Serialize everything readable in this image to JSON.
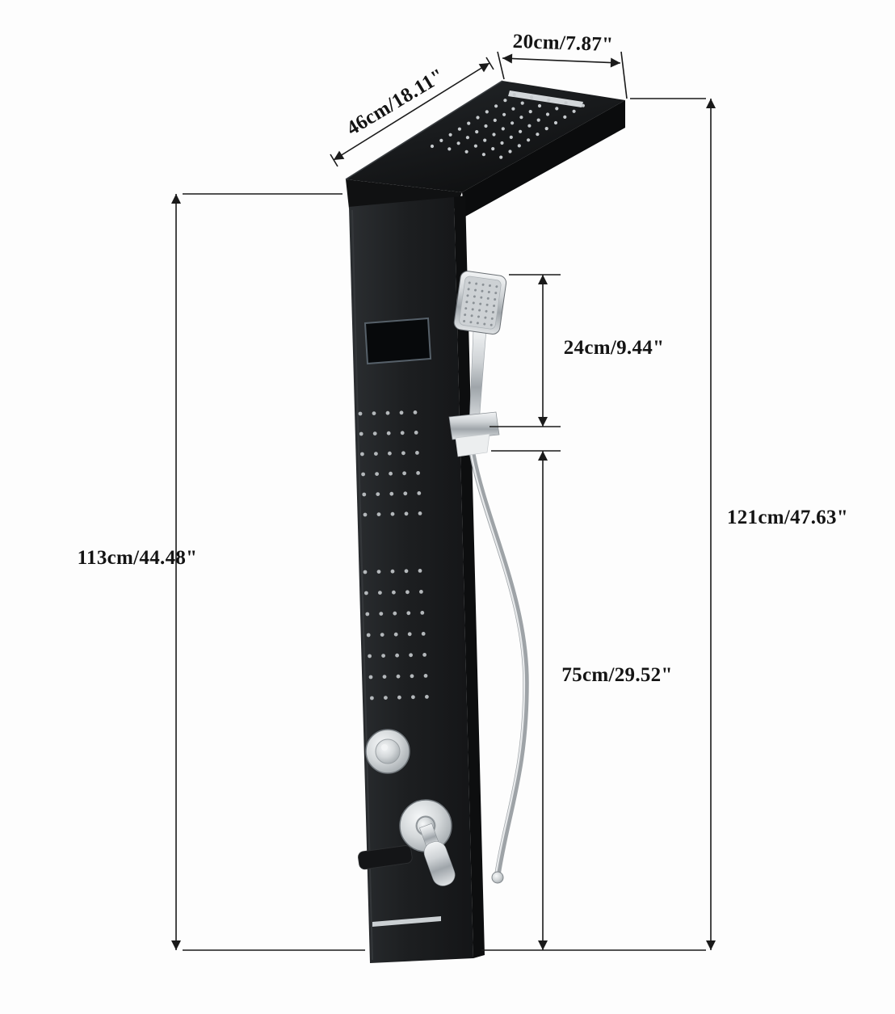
{
  "diagram": {
    "labels": {
      "top_width": "20cm/7.87\"",
      "top_depth": "46cm/18.11\"",
      "panel_height": "113cm/44.48\"",
      "total_height": "121cm/47.63\"",
      "handheld_height": "24cm/9.44\"",
      "lower_section_height": "75cm/29.52\""
    },
    "colors": {
      "background": "#fdfdfd",
      "panel_black": "#1c1e20",
      "chrome": "#c7cbce",
      "dimension_lines": "#1a1a1a"
    }
  }
}
